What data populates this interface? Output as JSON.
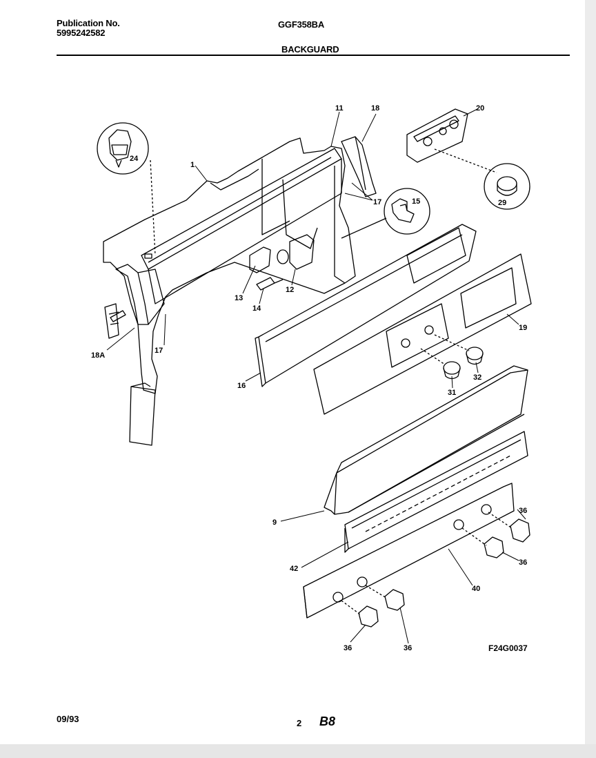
{
  "header": {
    "publication_label": "Publication No.",
    "publication_number": "5995242582",
    "model": "GGF358BA",
    "section_title": "BACKGUARD"
  },
  "footer": {
    "date": "09/93",
    "page": "2",
    "mark": "B8"
  },
  "figure_code": "F24G0037",
  "callouts": {
    "c1": "1",
    "c9": "9",
    "c11": "11",
    "c12": "12",
    "c13": "13",
    "c14": "14",
    "c15": "15",
    "c16": "16",
    "c17a": "17",
    "c17b": "17",
    "c18": "18",
    "c18a": "18A",
    "c19": "19",
    "c20": "20",
    "c24": "24",
    "c29": "29",
    "c31": "31",
    "c32": "32",
    "c36a": "36",
    "c36b": "36",
    "c36c": "36",
    "c36d": "36",
    "c40": "40",
    "c42": "42"
  },
  "colors": {
    "ink": "#000000",
    "paper": "#ffffff"
  }
}
